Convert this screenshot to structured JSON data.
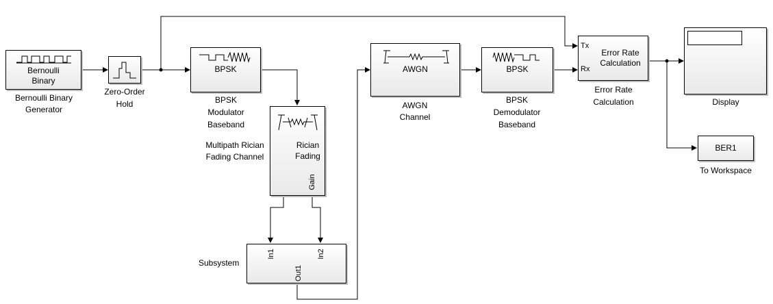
{
  "blocks": {
    "bernoulli": {
      "line1": "Bernoulli",
      "line2": "Binary",
      "caption1": "Bernoulli Binary",
      "caption2": "Generator"
    },
    "zoh": {
      "caption1": "Zero-Order",
      "caption2": "Hold"
    },
    "bpsk_mod": {
      "label": "BPSK",
      "caption1": "BPSK",
      "caption2": "Modulator",
      "caption3": "Baseband"
    },
    "rician": {
      "line1": "Rician",
      "line2": "Fading",
      "port_out": "Gain",
      "caption1": "Multipath Rician",
      "caption2": "Fading Channel"
    },
    "subsystem": {
      "caption": "Subsystem",
      "port_in1": "In1",
      "port_in2": "In2",
      "port_out1": "Out1"
    },
    "awgn": {
      "label": "AWGN",
      "caption1": "AWGN",
      "caption2": "Channel"
    },
    "bpsk_demod": {
      "label": "BPSK",
      "caption1": "BPSK",
      "caption2": "Demodulator",
      "caption3": "Baseband"
    },
    "error_rate": {
      "line1": "Error Rate",
      "line2": "Calculation",
      "port_tx": "Tx",
      "port_rx": "Rx",
      "caption1": "Error Rate",
      "caption2": "Calculation"
    },
    "display": {
      "caption": "Display"
    },
    "to_workspace": {
      "label": "BER1",
      "caption": "To Workspace"
    }
  }
}
